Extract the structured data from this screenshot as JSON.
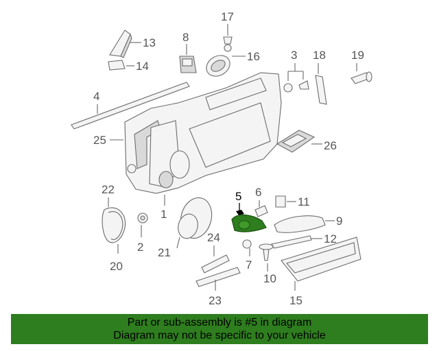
{
  "diagram": {
    "highlighted_part": "5",
    "highlight_color": "#2e7d1e",
    "callouts": {
      "c1": "1",
      "c2": "2",
      "c3": "3",
      "c4": "4",
      "c5": "5",
      "c6": "6",
      "c7": "7",
      "c8": "8",
      "c9": "9",
      "c10": "10",
      "c11": "11",
      "c12": "12",
      "c13": "13",
      "c14": "14",
      "c15": "15",
      "c16": "16",
      "c17": "17",
      "c18": "18",
      "c19": "19",
      "c20": "20",
      "c21": "21",
      "c22": "22",
      "c23": "23",
      "c24": "24",
      "c25": "25",
      "c26": "26"
    }
  },
  "banner": {
    "line1": "Part or sub-assembly is #5 in diagram",
    "line2": "Diagram may not be specific to your vehicle",
    "background": "#2e7d1e"
  }
}
